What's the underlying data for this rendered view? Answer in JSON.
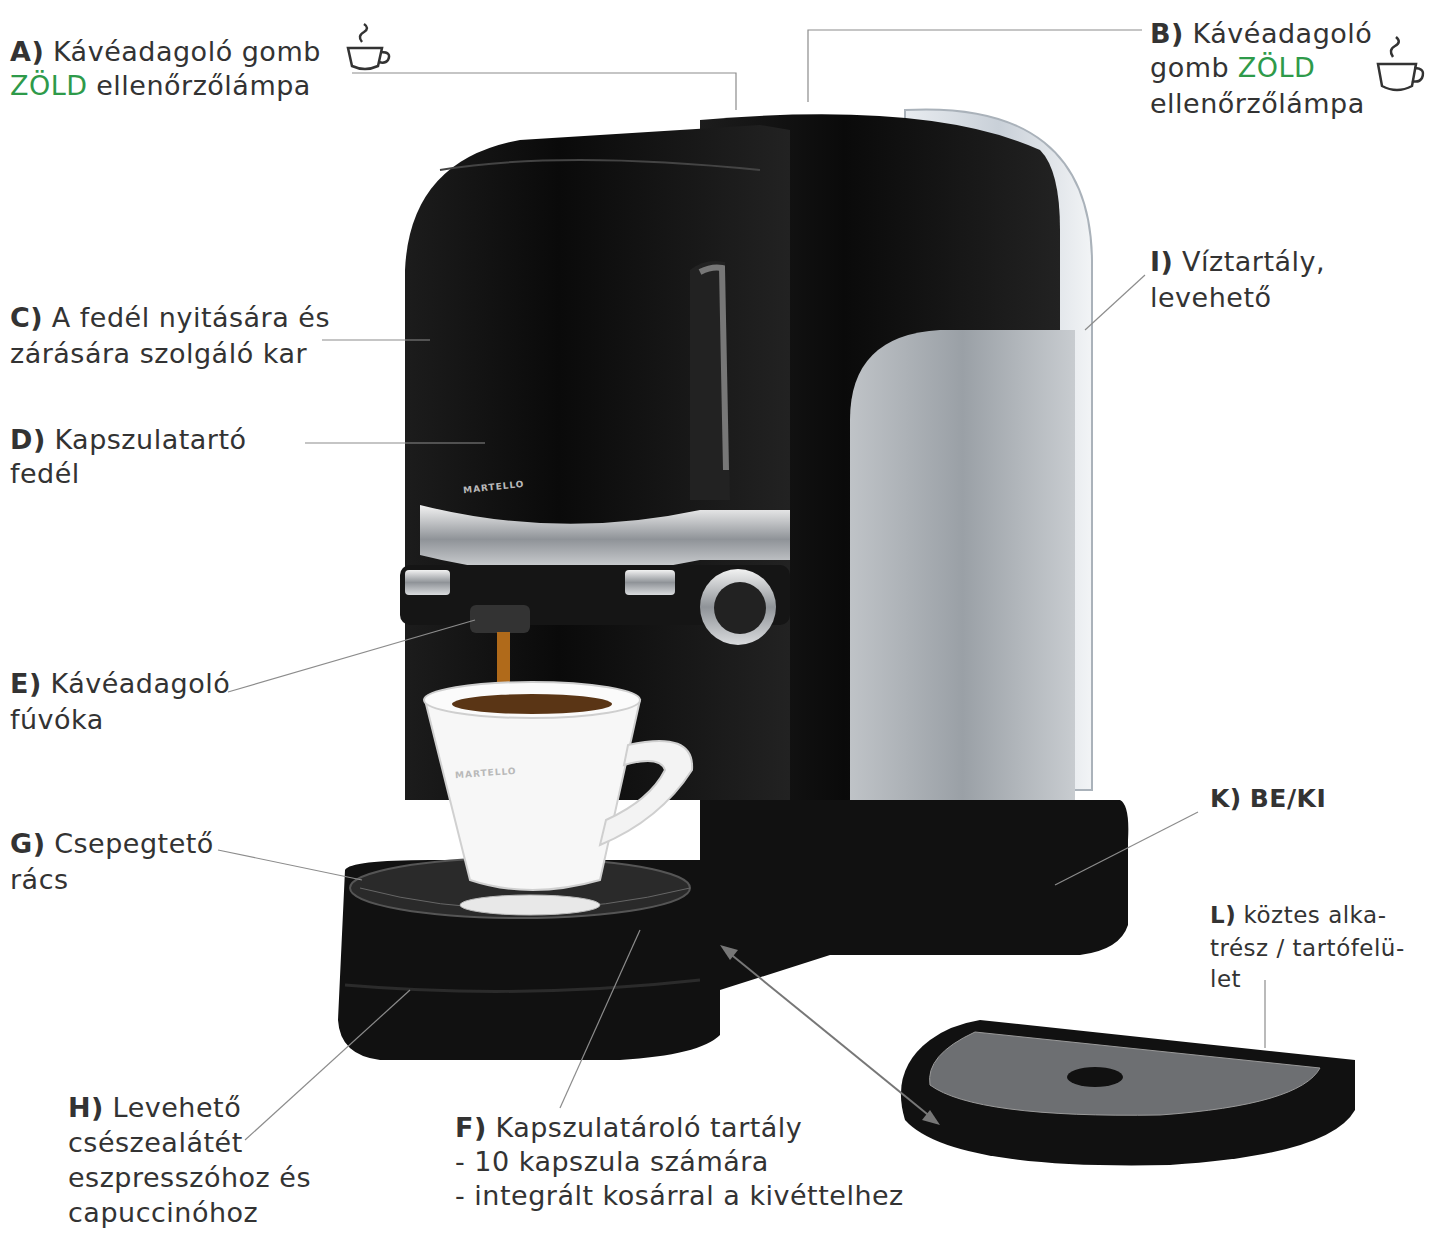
{
  "diagram": {
    "labels": [
      "A)",
      "Kávéadagoló gomb",
      "ZÖLD",
      "ellenőrzőlámpa",
      "B)",
      "Kávéadagoló",
      "gomb",
      "ZÖLD",
      "ellenőrzőlámpa",
      "I)",
      "Víztartály,",
      "levehető",
      "C)",
      "A fedél nyitására és",
      "zárására szolgáló kar",
      "D)",
      "Kapszulatartó",
      "fedél",
      "E)",
      "Kávéadagoló",
      "fúvóka",
      "K)",
      "BE/KI",
      "G)",
      "Csepegtető",
      "rács",
      "L)",
      "köztes alka-",
      "trész / tartófelü-",
      "let",
      "H)",
      "Levehető",
      "csészealátét",
      "eszpresszóhoz és",
      "capuccinóhoz",
      "F)",
      "Kapszulatároló tartály",
      "- 10 kapszula számára",
      "- integrált kosárral a kivéttelhez",
      "MARTELLO",
      "MARTELLO"
    ]
  }
}
